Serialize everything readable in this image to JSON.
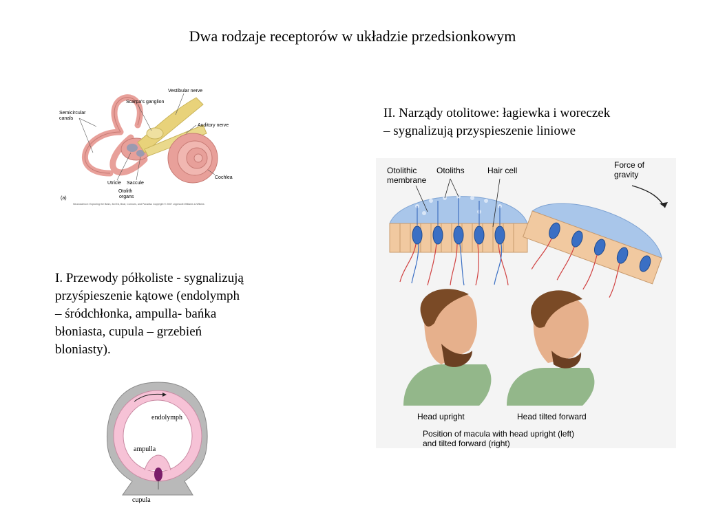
{
  "title": "Dwa rodzaje receptorów w układzie przedsionkowym",
  "section_two": {
    "lines": [
      "II. Narządy otolitowe: łagiewka i woreczek",
      "– sygnalizują przyspieszenie liniowe"
    ]
  },
  "section_one": {
    "lines": [
      "I. Przewody półkoliste  - sygnalizują",
      "przyśpieszenie kątowe (endolymph",
      "– śródchłonka, ampulla- bańka",
      "błoniasta, cupula – grzebień",
      "bloniasty)."
    ]
  },
  "inner_ear_figure": {
    "labels": {
      "vestibular_nerve": "Vestibular nerve",
      "scarpas_ganglion": "Scarpa's ganglion",
      "semicircular_canals_1": "Semicircular",
      "semicircular_canals_2": "canals",
      "auditory_nerve": "Auditory nerve",
      "cochlea": "Cochlea",
      "utricle": "Utricle",
      "saccule": "Saccule",
      "otolith_organs_1": "Otolith",
      "otolith_organs_2": "organs",
      "panel": "(a)",
      "credit": "Neuroscience: Exploring the Brain, 3rd Ed, Bear, Connors, and Paradiso Copyright © 2007 Lippincott Williams & Wilkins"
    }
  },
  "macula_figure": {
    "labels": {
      "otolithic_membrane_1": "Otolithic",
      "otolithic_membrane_2": "membrane",
      "otoliths": "Otoliths",
      "hair_cell": "Hair cell",
      "force_of_gravity_1": "Force of",
      "force_of_gravity_2": "gravity",
      "head_upright": "Head upright",
      "head_tilted": "Head tilted forward",
      "caption_1": "Position of macula with head upright (left)",
      "caption_2": "and tilted forward (right)"
    }
  },
  "canal_figure": {
    "labels": {
      "endolymph": "endolymph",
      "ampulla": "ampulla",
      "cupula": "cupula"
    }
  },
  "colors": {
    "ear_pink": "#e8a09a",
    "nerve_yellow": "#e8d27a",
    "membrane_blue": "#a9c6ea",
    "hair_cell_blue": "#3a6fc4",
    "tissue_tan": "#f1c9a0",
    "canal_pink": "#f6c2d6",
    "canal_grey": "#b9b9b9"
  }
}
